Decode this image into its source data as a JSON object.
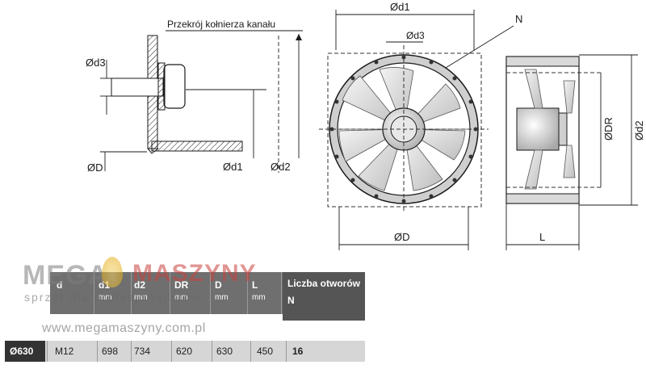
{
  "drawing": {
    "section_caption": "Przekrój kołnierza kanału",
    "labels": {
      "d3_left": "Ød3",
      "D_left": "ØD",
      "d1_left": "Ød1",
      "d2_left": "Ød2",
      "d1_front": "Ød1",
      "d3_front": "Ød3",
      "N_front": "N",
      "D_front": "ØD",
      "DR_side": "ØDR",
      "d2_side": "Ød2",
      "L_side": "L"
    }
  },
  "table": {
    "headers": [
      {
        "symbol": "d",
        "unit": ""
      },
      {
        "symbol": "d1",
        "unit": "mm"
      },
      {
        "symbol": "d2",
        "unit": "mm"
      },
      {
        "symbol": "DR",
        "unit": "mm"
      },
      {
        "symbol": "D",
        "unit": "mm"
      },
      {
        "symbol": "L",
        "unit": "mm"
      },
      {
        "symbol": "Liczba otworów",
        "unit": "N"
      }
    ],
    "rows": [
      {
        "model": "Ø630",
        "d": "M12",
        "d1": "698",
        "d2": "734",
        "DR": "620",
        "D": "630",
        "L": "450",
        "N": "16"
      }
    ]
  },
  "watermark": {
    "brand_part1": "MEGA",
    "brand_part2": "MASZYNY",
    "tagline": "sprzęt dla profesjonalistów",
    "url": "www.megamaszyny.com.pl",
    "colors": {
      "gray": "#7d7d7d",
      "red": "#c8423e",
      "gold": "#e0a400"
    }
  }
}
